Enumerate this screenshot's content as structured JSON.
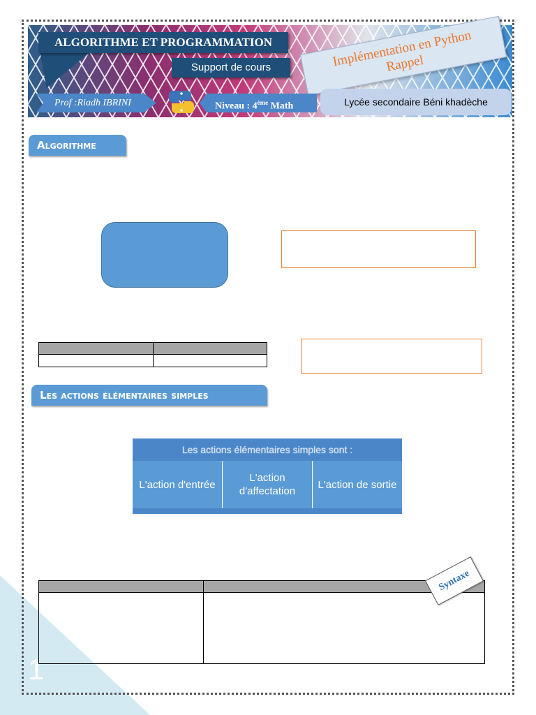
{
  "header": {
    "title": "ALGORITHME ET PROGRAMMATION",
    "subtitle": "Support de cours",
    "topic_line1": "Implémentation en  Python",
    "topic_line2": "Rappel",
    "teacher": "Prof :Riadh IBRINI",
    "level_prefix": "Niveau : 4",
    "level_sup": "ème",
    "level_suffix": " Math",
    "school": "Lycée secondaire Béni khadèche",
    "logo_icon": "python-logo-icon",
    "colors": {
      "navy": "#1f4e79",
      "blue": "#4a86c8",
      "orange": "#e8782c"
    }
  },
  "sections": {
    "algorithme": "Algorithme",
    "actions": "Les actions élémentaires simples"
  },
  "actions_table": {
    "header": "Les actions élémentaires simples sont :",
    "items": [
      "L'action d'entrée",
      "L'action d'affectation",
      "L'action de sortie"
    ]
  },
  "syntaxe_label": "Syntaxe",
  "page_number": "1"
}
